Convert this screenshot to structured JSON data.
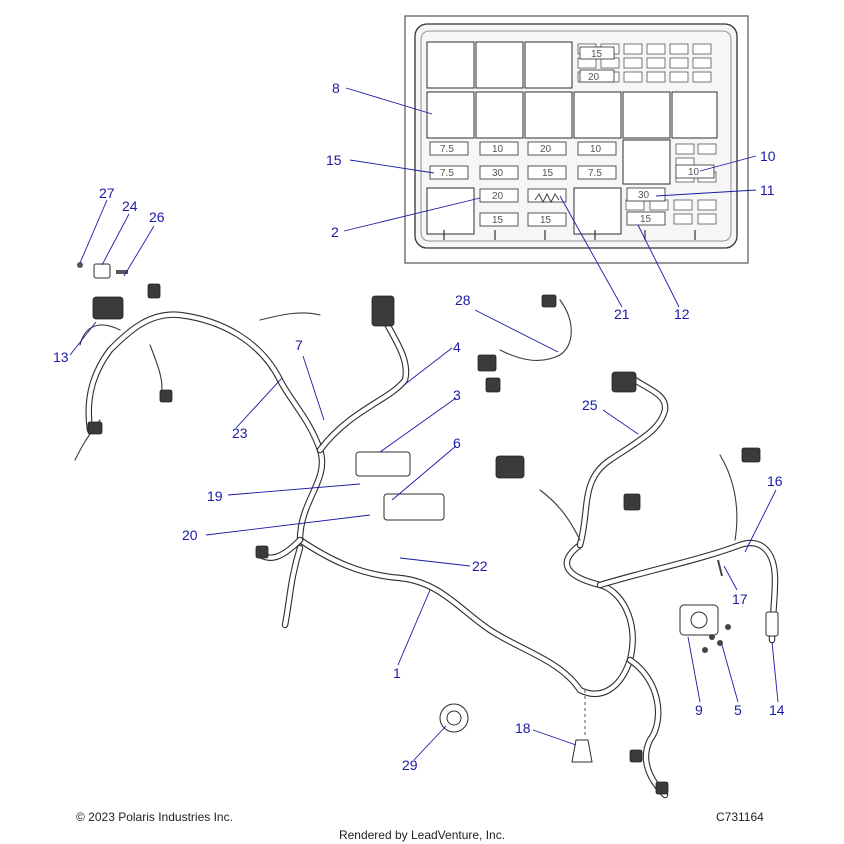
{
  "callouts": {
    "c1": "1",
    "c2": "2",
    "c3": "3",
    "c4": "4",
    "c5": "5",
    "c6": "6",
    "c7": "7",
    "c8": "8",
    "c9": "9",
    "c10": "10",
    "c11": "11",
    "c12": "12",
    "c13": "13",
    "c14": "14",
    "c15": "15",
    "c16": "16",
    "c17": "17",
    "c18": "18",
    "c19": "19",
    "c20": "20",
    "c21": "21",
    "c22": "22",
    "c23": "23",
    "c24": "24",
    "c25": "25",
    "c26": "26",
    "c27": "27",
    "c28": "28",
    "c29": "29"
  },
  "fuse_box": {
    "labels": [
      "15",
      "20",
      "7.5",
      "10",
      "20",
      "10",
      "7.5",
      "30",
      "15",
      "7.5",
      "20",
      "15",
      "15",
      "10",
      "30",
      "15"
    ]
  },
  "footer": {
    "copyright": "© 2023 Polaris Industries Inc.",
    "code": "C731164",
    "rendered": "Rendered by LeadVenture, Inc."
  },
  "colors": {
    "callout": "#1a1aa6",
    "line_art": "#2e2e2e"
  }
}
